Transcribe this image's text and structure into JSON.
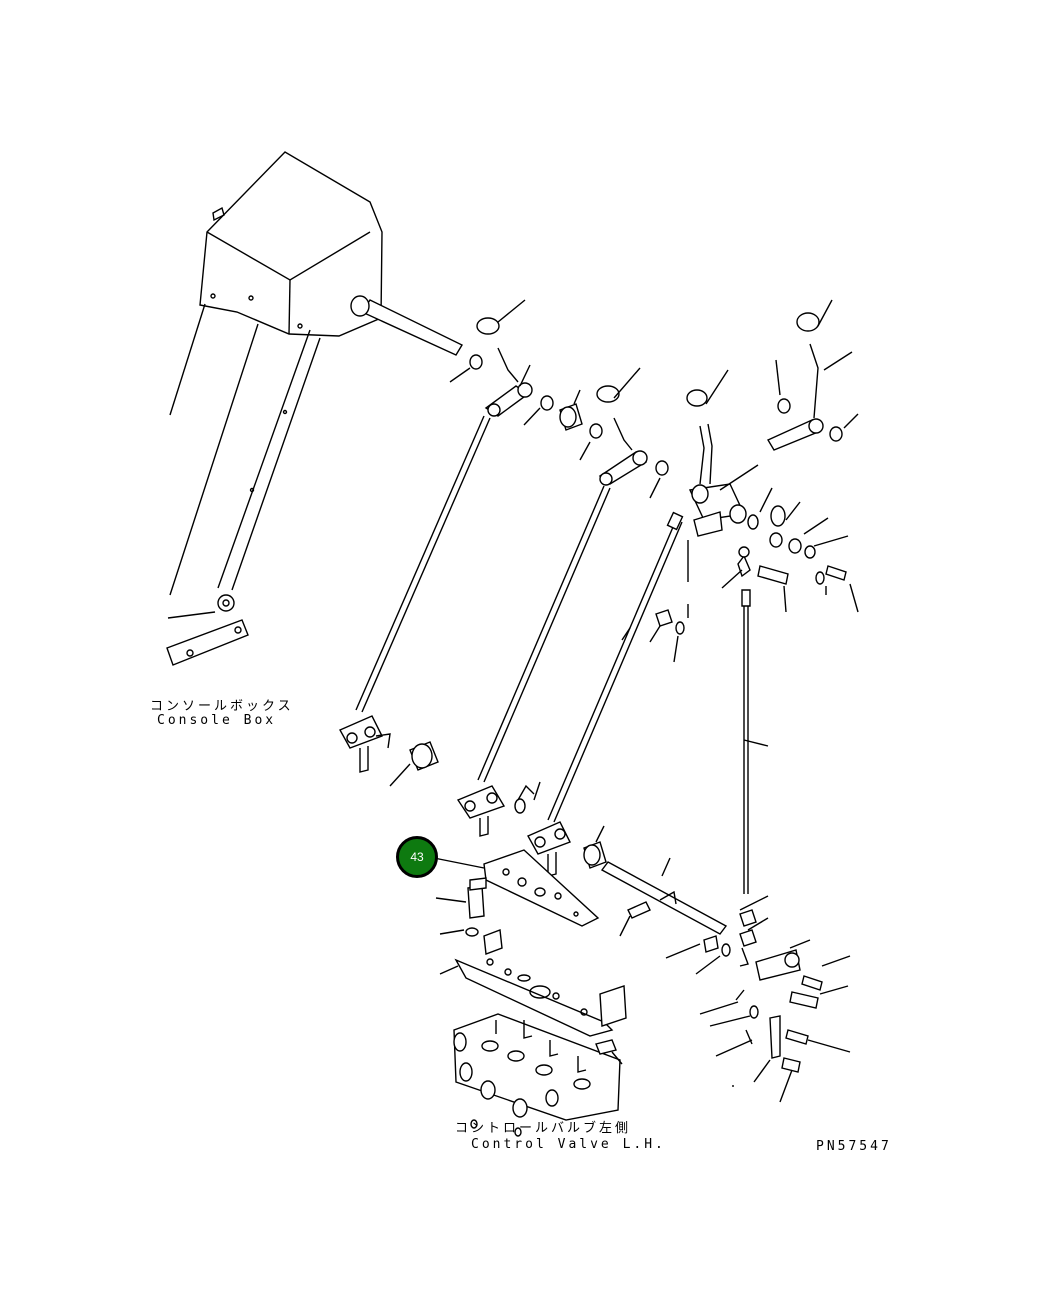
{
  "labels": {
    "console_box_jp": "コンソールボックス",
    "console_box_en": "Console Box",
    "control_valve_jp": "コントロールバルブ左側",
    "control_valve_en": "Control Valve L.H.",
    "drawing_number": "PN57547"
  },
  "callouts": [
    {
      "number": "43",
      "color": "#0e7a10"
    }
  ]
}
